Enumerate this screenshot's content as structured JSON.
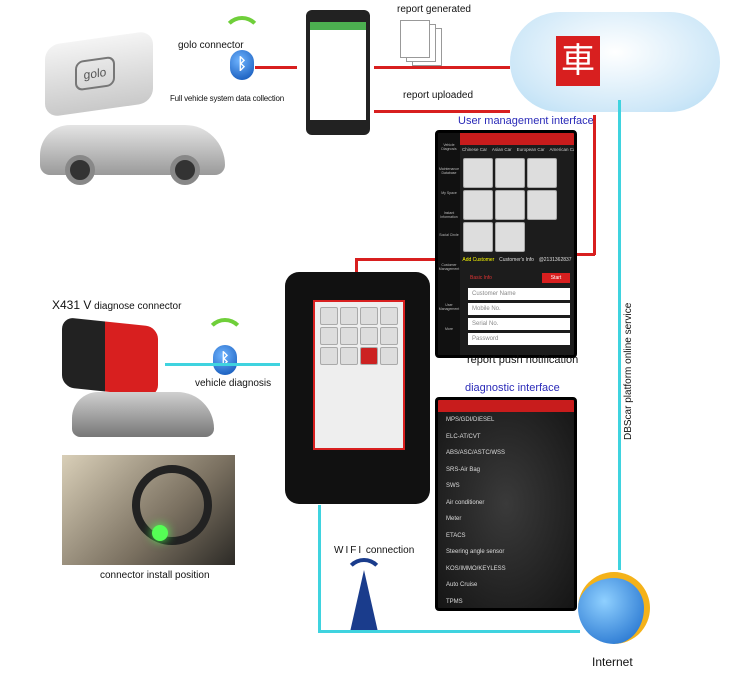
{
  "labels": {
    "golo": "golo connector",
    "collection": "Full vehicle system data collection",
    "report_generated": "report generated",
    "report_uploaded": "report uploaded",
    "user_mgmt": "User management interface",
    "report_push": "report push notification",
    "x431_main": "X431 V",
    "x431_rest": " diagnose connector",
    "vehicle_diag": "vehicle diagnosis",
    "install": "connector install position",
    "diag_interface": "diagnostic interface",
    "wifi_a": "WIFI",
    "wifi_b": " connection",
    "internet": "Internet",
    "dbscar": "DBScar platform online service",
    "golo_logo": "golo",
    "cloud_logo": "車"
  },
  "user_screen": {
    "tabs": [
      "Chinese Car",
      "Asian Car",
      "European Car",
      "American Car"
    ],
    "side": [
      "Vehicle Diagnosis",
      "Maintenance Database",
      "My Space",
      "Instant Information",
      "Social Circle",
      "Customer Management",
      "User Management",
      "More"
    ],
    "sub_tabs": [
      "Add Customer",
      "Customer's Info",
      "@2131362837"
    ],
    "basic_info": "Basic Info",
    "start": "Start",
    "fields": [
      "Customer Name",
      "Mobile No.",
      "Serial No.",
      "Password"
    ]
  },
  "diag_menu": [
    "MPS/GDI/DIESEL",
    "ELC-AT/CVT",
    "ABS/ASC/ASTC/WSS",
    "SRS-Air Bag",
    "SWS",
    "Air conditioner",
    "Meter",
    "ETACS",
    "Steering angle sensor",
    "KOS/IMMO/KEYLESS",
    "Auto Cruise",
    "TPMS"
  ],
  "colors": {
    "red_flow": "#d81f1f",
    "cyan_flow": "#3fd3df",
    "label_blue": "#2a2ab8"
  }
}
